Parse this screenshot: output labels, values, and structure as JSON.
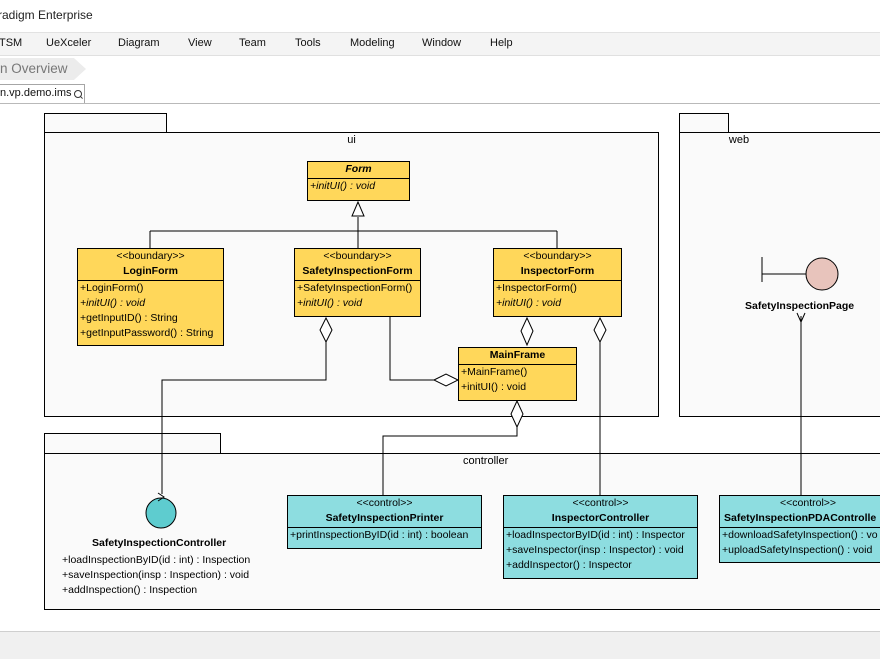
{
  "window": {
    "title": "radigm Enterprise"
  },
  "menu": [
    "TSM",
    "UeXceler",
    "Diagram",
    "View",
    "Team",
    "Tools",
    "Modeling",
    "Window",
    "Help"
  ],
  "breadcrumb": {
    "label": "n Overview"
  },
  "tab": {
    "label": "n.vp.demo.ims"
  },
  "packages": {
    "ui": "ui",
    "web": "web",
    "controller": "controller"
  },
  "classes": {
    "form": {
      "name": "Form",
      "ops": [
        "+initUI() : void"
      ]
    },
    "login": {
      "stereotype": "<<boundary>>",
      "name": "LoginForm",
      "ops": [
        "+LoginForm()",
        "+initUI() : void",
        "+getInputID() : String",
        "+getInputPassword() : String"
      ]
    },
    "safety_form": {
      "stereotype": "<<boundary>>",
      "name": "SafetyInspectionForm",
      "ops": [
        "+SafetyInspectionForm()",
        "+initUI() : void"
      ]
    },
    "inspector_form": {
      "stereotype": "<<boundary>>",
      "name": "InspectorForm",
      "ops": [
        "+InspectorForm()",
        "+initUI() : void"
      ]
    },
    "mainframe": {
      "name": "MainFrame",
      "ops": [
        "+MainFrame()",
        "+initUI() : void"
      ]
    },
    "safety_page": {
      "name": "SafetyInspectionPage"
    },
    "safety_controller": {
      "name": "SafetyInspectionController",
      "ops": [
        "+loadInspectionByID(id : int) : Inspection",
        "+saveInspection(insp : Inspection) : void",
        "+addInspection() : Inspection"
      ]
    },
    "printer": {
      "stereotype": "<<control>>",
      "name": "SafetyInspectionPrinter",
      "ops": [
        "+printInspectionByID(id : int) : boolean"
      ]
    },
    "inspector_controller": {
      "stereotype": "<<control>>",
      "name": "InspectorController",
      "ops": [
        "+loadInspectorByID(id : int) : Inspector",
        "+saveInspector(insp : Inspector) : void",
        "+addInspector() : Inspector"
      ]
    },
    "pda_controller": {
      "stereotype": "<<control>>",
      "name": "SafetyInspectionPDAControlle",
      "ops": [
        "+downloadSafetyInspection() : vo",
        "+uploadSafetyInspection() : void"
      ]
    }
  },
  "colors": {
    "boundary_fill": "#ffd75a",
    "control_fill": "#8ddde0",
    "page_icon": "#e8c4bc",
    "controller_icon": "#5ecccf"
  }
}
